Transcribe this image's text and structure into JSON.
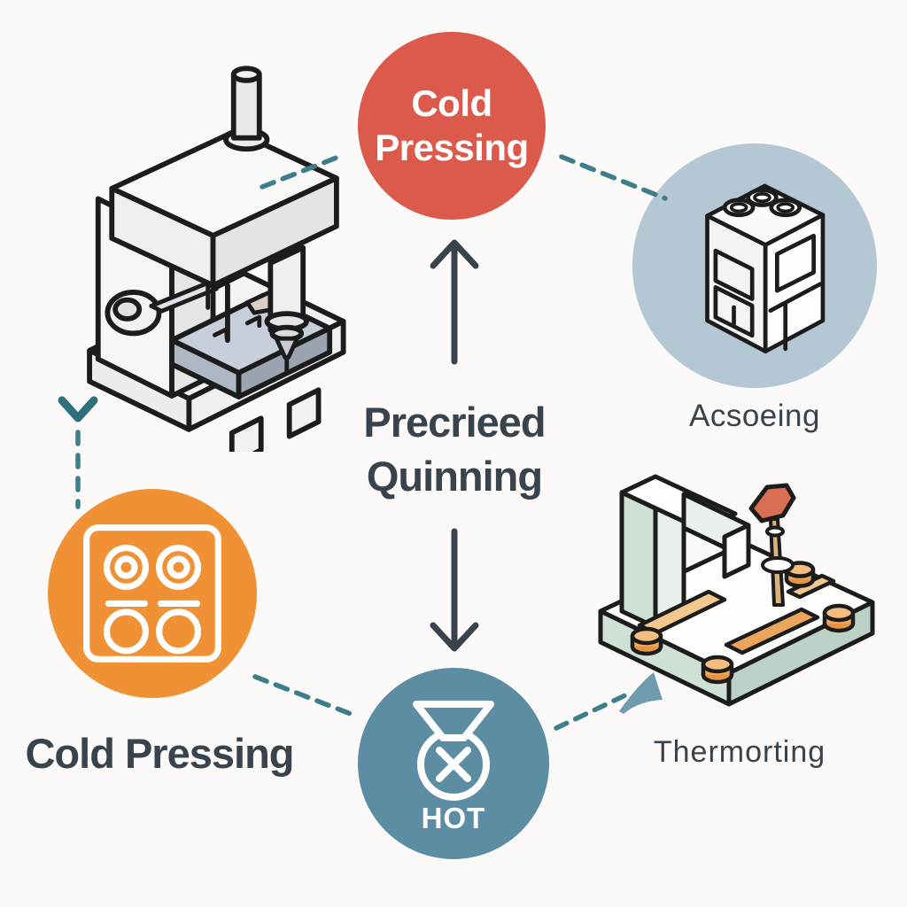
{
  "page": {
    "background_color": "#FBFAF8",
    "type": "process-diagram"
  },
  "palette": {
    "red_circle": "#DC5A4B",
    "orange_circle": "#EF9134",
    "teal_circle": "#5C8DA3",
    "pale_blue_circle": "#B3C8D2",
    "dashed_connector": "#3E7E8C",
    "connector_arrowhead": "#6E9BAE",
    "dark_text_and_arrows": "#39434C",
    "illustration_outline": "#1c1c1c",
    "workbench_green": "#CFE0D5",
    "workbench_orange": "#EFA55B",
    "workbench_red_lever": "#D96F52",
    "platen_blue_gray": "#C6CFDA"
  },
  "diagram": {
    "press_node": {
      "icon": "press-machine-illustration"
    },
    "cold_pressing_node": {
      "line1": "Cold",
      "line2": "Pressing",
      "circle_color": "#DC5A4B"
    },
    "acsoeing_node": {
      "icon": "cabinet-machine-illustration",
      "label": "Acsoeing",
      "circle_color": "#B3C8D2"
    },
    "center_label": {
      "line1": "Precrieed",
      "line2": "Quinning"
    },
    "cold_pressing_left_node": {
      "icon": "stove-burners-icon",
      "label": "Cold Pressing",
      "circle_color": "#EF9134"
    },
    "hot_node": {
      "icon": "pot-crossed-icon",
      "label": "HOT",
      "circle_color": "#5C8DA3"
    },
    "thermorting_node": {
      "icon": "workbench-illustration",
      "label": "Thermorting"
    },
    "connectors": {
      "up_arrow": "solid dark arrow pointing up from center text to Cold Pressing circle",
      "down_arrow": "solid dark arrow pointing down from center text to HOT circle",
      "press_to_red": "teal dashed line",
      "red_to_acsoeing": "teal dashed line",
      "press_down_to_orange": "teal dashed line with down chevron",
      "orange_to_teal": "teal dashed line",
      "teal_to_workbench": "teal dashed line with filled arrowhead"
    }
  }
}
